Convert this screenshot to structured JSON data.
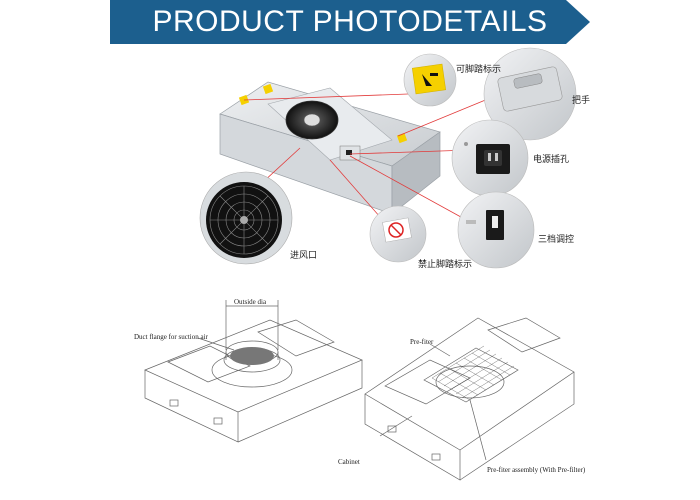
{
  "banner": {
    "title": "PRODUCT PHOTODETAILS",
    "color": "#1c5f8e"
  },
  "callouts": {
    "step_mark": "可脚踏标示",
    "handle": "把手",
    "power_socket": "电源插孔",
    "three_speed": "三档调控",
    "no_step_mark": "禁止脚踏标示",
    "air_inlet": "进风口"
  },
  "diagram_left": {
    "outside_dia": "Outside dia",
    "duct_flange": "Duct flange for suction air"
  },
  "diagram_right": {
    "pre_filter": "Pre-fiter",
    "cabinet": "Cabinet",
    "pre_filter_assembly": "Pre-fiter assembly  (With Pre-filter)"
  },
  "colors": {
    "leader": "#e23a3a",
    "warning": "#f5d000",
    "metal": "#c9ccd0"
  }
}
